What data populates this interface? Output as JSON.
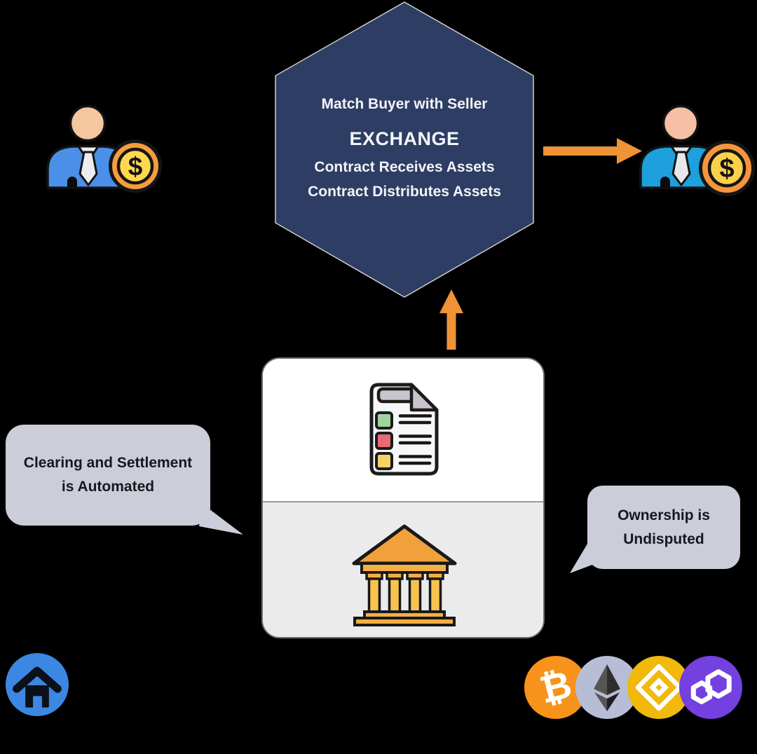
{
  "canvas": {
    "background": "#000000"
  },
  "hexagon": {
    "top_line": "Match Buyer with Seller",
    "title": "EXCHANGE",
    "detail_lines": [
      "Contract Receives Assets",
      "Contract Distributes Assets"
    ],
    "fill": "#2D3D63",
    "border": "#CFCFCF",
    "text_color": "#F2F4F8"
  },
  "actors": {
    "coin_symbol": "$",
    "buyer": {
      "skin": "#F4C79F",
      "suit": "#4A90E8",
      "tie": "#EDEDF0",
      "coin_ring": "#F59C3C",
      "coin_face": "#FFD84F"
    },
    "seller": {
      "skin": "#F6BFA6",
      "suit": "#1DA0DC",
      "tie": "#E8E8EC",
      "coin_ring": "#F5953C",
      "coin_face": "#FBD04A"
    }
  },
  "arrows": {
    "color": "#EF9335"
  },
  "card": {
    "top_bg": "#FFFFFF",
    "bottom_bg": "#EBEBEB",
    "border": "#6E6E6E",
    "document_icon": {
      "page": "#F7F7F9",
      "fold": "#C9C2CF",
      "header": "#C7C5CB",
      "squares": [
        "#9FD49F",
        "#E86A76",
        "#F6D168"
      ]
    },
    "bank_icon": {
      "roof": "#F1A13C",
      "beams": "#F5AF42",
      "columns": "#F8C24E"
    }
  },
  "callouts": {
    "bg": "#CBCED8",
    "text_color": "#17181C",
    "left": {
      "lines": [
        "Clearing and Settlement",
        "is Automated"
      ]
    },
    "right": {
      "lines": [
        "Ownership is",
        "Undisputed"
      ]
    }
  },
  "footer_icons": {
    "home": {
      "bg": "#3C87E2",
      "glyph_color": "#0C1018"
    },
    "crypto": [
      {
        "name": "bitcoin",
        "bg": "#F7931A",
        "symbol": "₿"
      },
      {
        "name": "ethereum",
        "bg": "#B7BDD5"
      },
      {
        "name": "bnb",
        "bg": "#F0B90B"
      },
      {
        "name": "polygon",
        "bg": "#7440E0"
      }
    ]
  }
}
